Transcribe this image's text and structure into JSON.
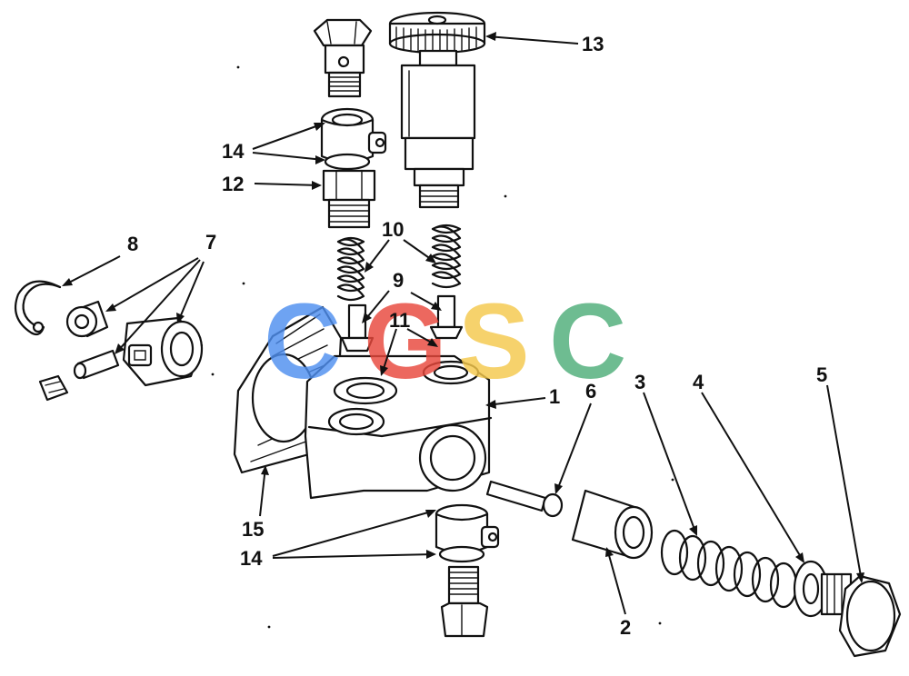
{
  "watermark": {
    "text": "CGSC",
    "letters": [
      {
        "char": "C",
        "color": "#4f8ff0"
      },
      {
        "char": "G",
        "color": "#e8483c"
      },
      {
        "char": "S",
        "color": "#f5c94c"
      },
      {
        "char": "C",
        "color": "#4fae7a"
      }
    ]
  },
  "callouts": {
    "c1": "1",
    "c2": "2",
    "c3": "3",
    "c4": "4",
    "c5": "5",
    "c6": "6",
    "c7": "7",
    "c8": "8",
    "c9": "9",
    "c10": "10",
    "c11": "11",
    "c12": "12",
    "c13": "13",
    "c14a": "14",
    "c14b": "14",
    "c15": "15"
  }
}
